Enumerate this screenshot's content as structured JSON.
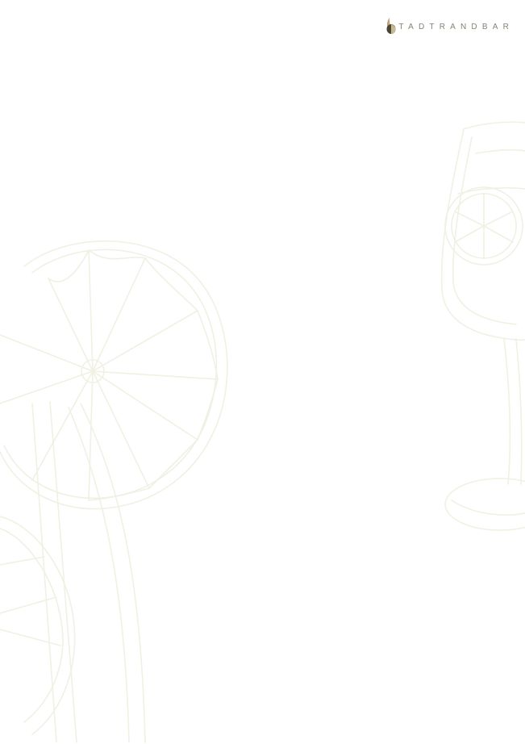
{
  "brand": {
    "logo_text": "TADTRANDBAR",
    "logo_mark_icon": "citrus-drop-icon",
    "colors": {
      "logo_text": "#8a8272",
      "logo_mark_dark": "#4a4538",
      "logo_mark_gold": "#b8a57a",
      "line_art": "#f2f1e6"
    }
  },
  "decorations": {
    "left": "citrus-slice-line-art",
    "right": "wine-glass-line-art"
  }
}
